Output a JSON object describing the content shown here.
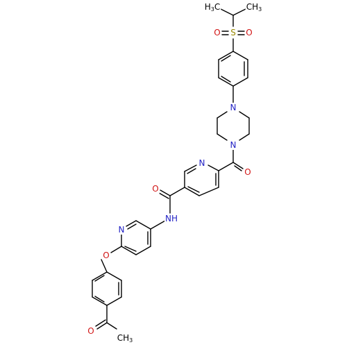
{
  "atoms": [
    {
      "id": "ch3_top_left",
      "text": "H3C",
      "element": "C"
    },
    {
      "id": "ch3_top_right",
      "text": "CH3",
      "element": "C"
    },
    {
      "id": "sulfur",
      "text": "S",
      "element": "S"
    },
    {
      "id": "sulfonyl_o_left",
      "text": "O",
      "element": "O"
    },
    {
      "id": "sulfonyl_o_right",
      "text": "O",
      "element": "O"
    },
    {
      "id": "piperazine_n_top",
      "text": "N",
      "element": "N"
    },
    {
      "id": "piperazine_n_bottom",
      "text": "N",
      "element": "N"
    },
    {
      "id": "ketone_o",
      "text": "O",
      "element": "O"
    },
    {
      "id": "pyridine_n_upper",
      "text": "N",
      "element": "N"
    },
    {
      "id": "amide_o",
      "text": "O",
      "element": "O"
    },
    {
      "id": "amide_nh",
      "text": "NH",
      "element": "N"
    },
    {
      "id": "pyridine_n_lower",
      "text": "N",
      "element": "N"
    },
    {
      "id": "ether_o",
      "text": "O",
      "element": "O"
    },
    {
      "id": "acetyl_o",
      "text": "O",
      "element": "O"
    },
    {
      "id": "acetyl_ch3",
      "text": "CH3",
      "element": "C"
    }
  ],
  "colors": {
    "bond": "#000000",
    "N": "#1f1fc4",
    "O": "#d11414",
    "S": "#9a8a00",
    "C": "#000000"
  }
}
